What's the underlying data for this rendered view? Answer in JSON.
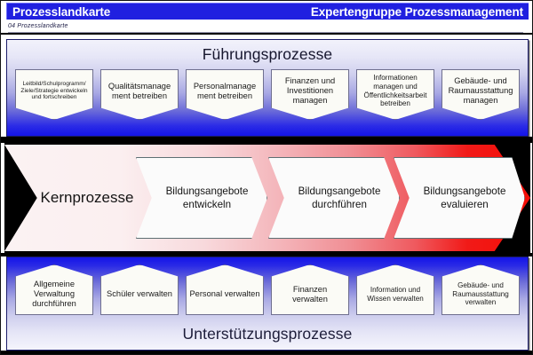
{
  "header": {
    "title": "Prozesslandkarte",
    "right_title": "Expertengruppe Prozessmanagement",
    "subtitle": "04 Prozesslandkarte",
    "bar_color": "#2020e0",
    "text_color": "#ffffff"
  },
  "leadership": {
    "band_title": "Führungsprozesse",
    "boxes": [
      {
        "label": "Leitbild/Schulprogramm/ Ziele/Strategie entwickeln und fortschreiben",
        "size": "fs-7"
      },
      {
        "label": "Qualitätsmanage ment betreiben",
        "size": "fs-9"
      },
      {
        "label": "Personalmanage ment betreiben",
        "size": "fs-9"
      },
      {
        "label": "Finanzen und Investitionen managen",
        "size": "fs-9"
      },
      {
        "label": "Informationen managen und Öffentlichkeitsarbeit betreiben",
        "size": "fs-8"
      },
      {
        "label": "Gebäude- und Raumausstattung managen",
        "size": "fs-9"
      }
    ]
  },
  "core": {
    "label": "Kernprozesse",
    "steps": [
      {
        "label": "Bildungsangebote entwickeln"
      },
      {
        "label": "Bildungsangebote durchführen"
      },
      {
        "label": "Bildungsangebote evaluieren"
      }
    ],
    "arrow_start_color": "#fbf2f3",
    "arrow_end_color": "#f50d06"
  },
  "support": {
    "band_title": "Unterstützungsprozesse",
    "boxes": [
      {
        "label": "Allgemeine Verwaltung durchführen",
        "size": "fs-9"
      },
      {
        "label": "Schüler verwalten",
        "size": "fs-9"
      },
      {
        "label": "Personal verwalten",
        "size": "fs-9"
      },
      {
        "label": "Finanzen verwalten",
        "size": "fs-9"
      },
      {
        "label": "Information und Wissen verwalten",
        "size": "fs-8"
      },
      {
        "label": "Gebäude- und Raumausstattung verwalten",
        "size": "fs-8"
      }
    ]
  }
}
